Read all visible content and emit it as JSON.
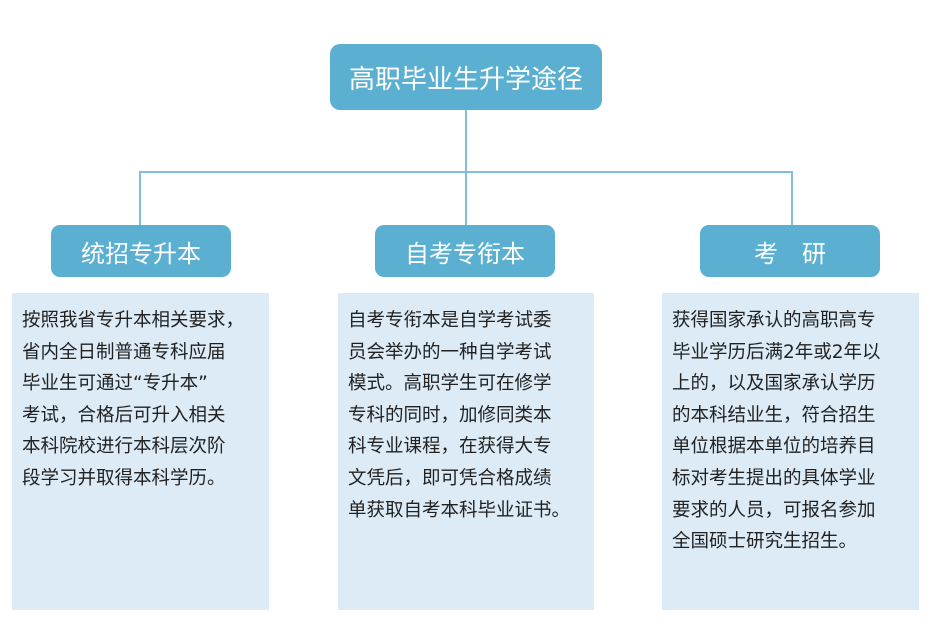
{
  "title": "高职毕业生升学途径",
  "colors": {
    "node_fill": "#5bb0d2",
    "node_text": "#ffffff",
    "connector": "#7fbfda",
    "desc_fill": "#dcebf6",
    "desc_text": "#222222"
  },
  "branches": [
    {
      "label": "统招专升本",
      "description": "按照我省专升本相关要求，省内全日制普通专科应届毕业生可通过“专升本”考试，合格后可升入相关本科院校进行本科层次阶段学习并取得本科学历。",
      "lines": [
        "按照我省专升本相关要求，",
        "省内全日制普通专科应届",
        "毕业生可通过“专升本”",
        "考试，合格后可升入相关",
        "本科院校进行本科层次阶",
        "段学习并取得本科学历。"
      ]
    },
    {
      "label": "自考专衔本",
      "description": "自考专衔本是自学考试委员会举办的一种自学考试模式。高职学生可在修学专科的同时，加修同类本科专业课程，在获得大专文凭后，即可凭合格成绩单获取自考本科毕业证书。",
      "lines": [
        "自考专衔本是自学考试委",
        "员会举办的一种自学考试",
        "模式。高职学生可在修学",
        "专科的同时，加修同类本",
        "科专业课程，在获得大专",
        "文凭后，即可凭合格成绩",
        "单获取自考本科毕业证书。"
      ]
    },
    {
      "label": "考　研",
      "description": "获得国家承认的高职高专毕业学历后满2年或2年以上的，以及国家承认学历的本科结业生，符合招生单位根据本单位的培养目标对考生提出的具体学业要求的人员，可报名参加全国硕士研究生招生。",
      "lines": [
        "获得国家承认的高职高专",
        "毕业学历后满2年或2年以",
        "上的，以及国家承认学历",
        "的本科结业生，符合招生",
        "单位根据本单位的培养目",
        "标对考生提出的具体学业",
        "要求的人员，可报名参加",
        "全国硕士研究生招生。"
      ]
    }
  ]
}
